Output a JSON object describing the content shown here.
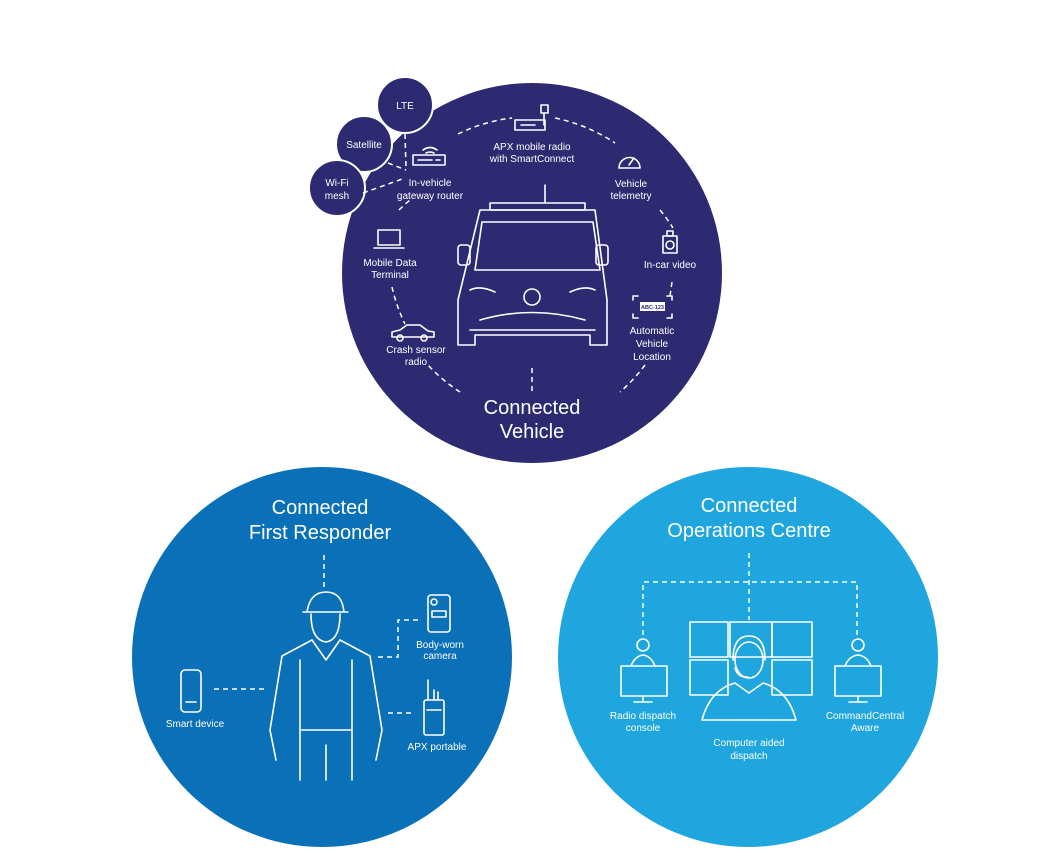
{
  "colors": {
    "vehicle": "#2e2a72",
    "responder": "#0a70b8",
    "operations": "#1fa6de",
    "foreground": "#ffffff"
  },
  "vehicle": {
    "title": [
      "Connected",
      "Vehicle"
    ],
    "networks": [
      "LTE",
      "Satellite",
      [
        "Wi-Fi",
        "mesh"
      ]
    ],
    "items": {
      "router": [
        "In-vehicle",
        "gateway router"
      ],
      "apx_mobile": [
        "APX mobile radio",
        "with SmartConnect"
      ],
      "telemetry": [
        "Vehicle",
        "telemetry"
      ],
      "video": [
        "In-car video"
      ],
      "avl": [
        "Automatic",
        "Vehicle",
        "Location"
      ],
      "plate": "ABC-123",
      "mdt": [
        "Mobile Data",
        "Terminal"
      ],
      "crash": [
        "Crash sensor",
        "radio"
      ]
    }
  },
  "responder": {
    "title": [
      "Connected",
      "First Responder"
    ],
    "items": {
      "camera": [
        "Body-worn",
        "camera"
      ],
      "smart": [
        "Smart device"
      ],
      "apx": [
        "APX portable"
      ]
    }
  },
  "operations": {
    "title": [
      "Connected",
      "Operations Centre"
    ],
    "items": {
      "radio": [
        "Radio dispatch",
        "console"
      ],
      "cad": [
        "Computer aided",
        "dispatch"
      ],
      "cc": [
        "CommandCentral",
        "Aware"
      ]
    }
  }
}
